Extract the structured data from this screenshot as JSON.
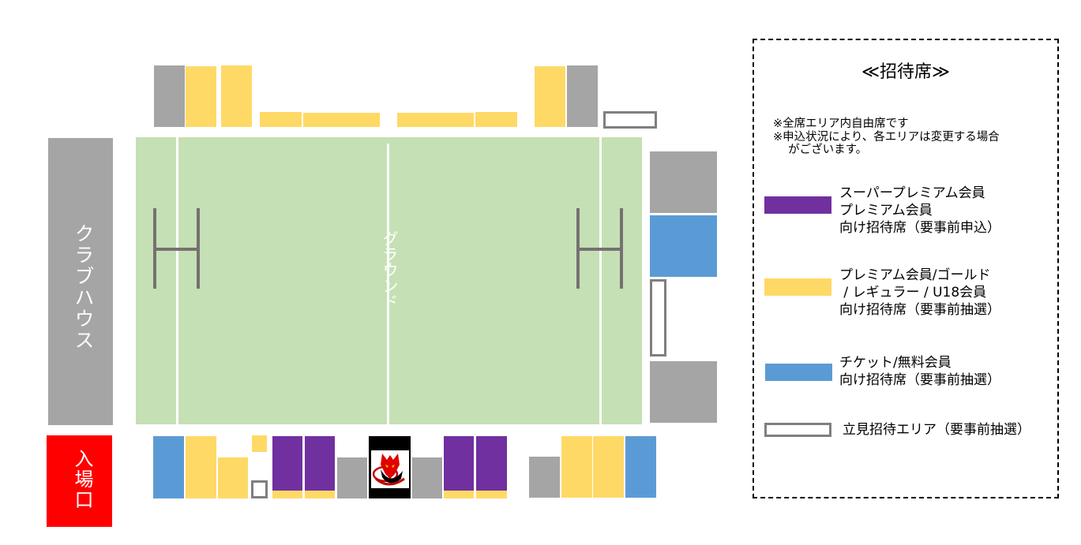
{
  "map": {
    "clubhouse_label": "クラブハウス",
    "entrance_label": "入場口",
    "ground_label": "グラウンド",
    "team_logo": "red-wolf-emblem",
    "colors": {
      "gray": "#a5a5a5",
      "yellow": "#ffd966",
      "purple": "#7030a0",
      "blue": "#5b9bd5",
      "standing_border": "#7f7f7f",
      "field": "#c5e0b4",
      "entrance": "#ff0000",
      "goal_post": "#767171"
    }
  },
  "legend": {
    "title": "≪招待席≫",
    "notes": [
      "※全席エリア内自由席です",
      "※申込状況により、各エリアは変更する場合\n　 がございます。"
    ],
    "items": [
      {
        "color": "#7030a0",
        "type": "purple",
        "label": "スーパープレミアム会員\nプレミアム会員\n向け招待席（要事前申込）"
      },
      {
        "color": "#ffd966",
        "type": "yellow",
        "label": "プレミアム会員/ゴールド\n / レギュラー / U18会員\n向け招待席（要事前抽選）"
      },
      {
        "color": "#5b9bd5",
        "type": "blue",
        "label": "チケット/無料会員\n向け招待席（要事前抽選）"
      },
      {
        "color": "#ffffff",
        "type": "standing",
        "label": "立見招待エリア（要事前抽選）"
      }
    ]
  }
}
